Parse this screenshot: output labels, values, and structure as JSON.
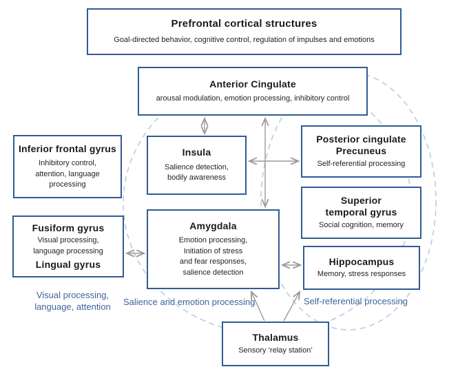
{
  "diagram": {
    "boxes": {
      "prefrontal": {
        "title": "Prefrontal cortical structures",
        "subtitle": "Goal-directed behavior, cognitive control, regulation of impulses and emotions"
      },
      "anterior_cingulate": {
        "title": "Anterior Cingulate",
        "subtitle": "arousal modulation, emotion processing, inhibitory control"
      },
      "inferior_frontal": {
        "title": "Inferior frontal gyrus",
        "subtitle": "Inhibitory control,\nattention, language\nprocessing"
      },
      "insula": {
        "title": "Insula",
        "subtitle": "Salience detection,\nbodily awareness"
      },
      "posterior_cingulate": {
        "title": "Posterior cingulate\nPrecuneus",
        "subtitle": "Self-referential processing"
      },
      "superior_temporal": {
        "title": "Superior\ntemporal gyrus",
        "subtitle": "Social cognition, memory"
      },
      "fusiform": {
        "title": "Fusiform gyrus",
        "subtitle": "Visual processing,\nlanguage processing",
        "title2": "Lingual gyrus"
      },
      "amygdala": {
        "title": "Amygdala",
        "subtitle": "Emotion processing,\nInitiation of stress\nand fear responses,\nsalience detection"
      },
      "hippocampus": {
        "title": "Hippocampus",
        "subtitle": "Memory, stress responses"
      },
      "thalamus": {
        "title": "Thalamus",
        "subtitle": "Sensory ‘relay station’"
      }
    },
    "network_labels": {
      "visual": "Visual processing,\nlanguage, attention",
      "salience": "Salience and emotion processing",
      "self_referential": "Self-referential processing"
    },
    "colors": {
      "box_border": "#2f5b93",
      "label_blue": "#3e649b",
      "ellipse_dash": "#bcc9e2",
      "arrow_gray": "#9a9a9a"
    }
  }
}
